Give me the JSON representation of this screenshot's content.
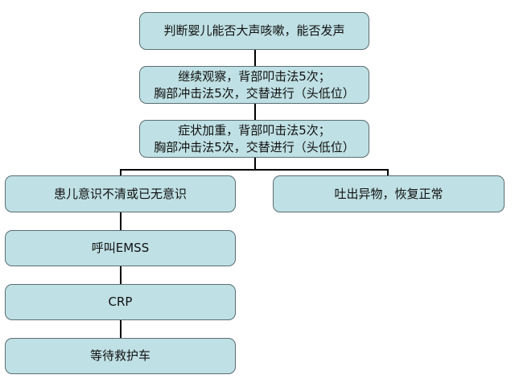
{
  "flowchart": {
    "n1": "判断婴儿能否大声咳嗽，能否发声",
    "n2": [
      "继续观察，背部叩击法5次；",
      "胸部冲击法5次，交替进行（头低位）"
    ],
    "n3": [
      "症状加重，背部叩击法5次；",
      "胸部冲击法5次，交替进行（头低位）"
    ],
    "n4": "患儿意识不清或已无意识",
    "n5": "吐出异物，恢复正常",
    "n6": "呼叫EMSS",
    "n7": "CRP",
    "n8": "等待救护车"
  },
  "colors": {
    "node_fill": "#bfe0e4",
    "node_border": "#5a6e73",
    "connector": "#000000"
  }
}
